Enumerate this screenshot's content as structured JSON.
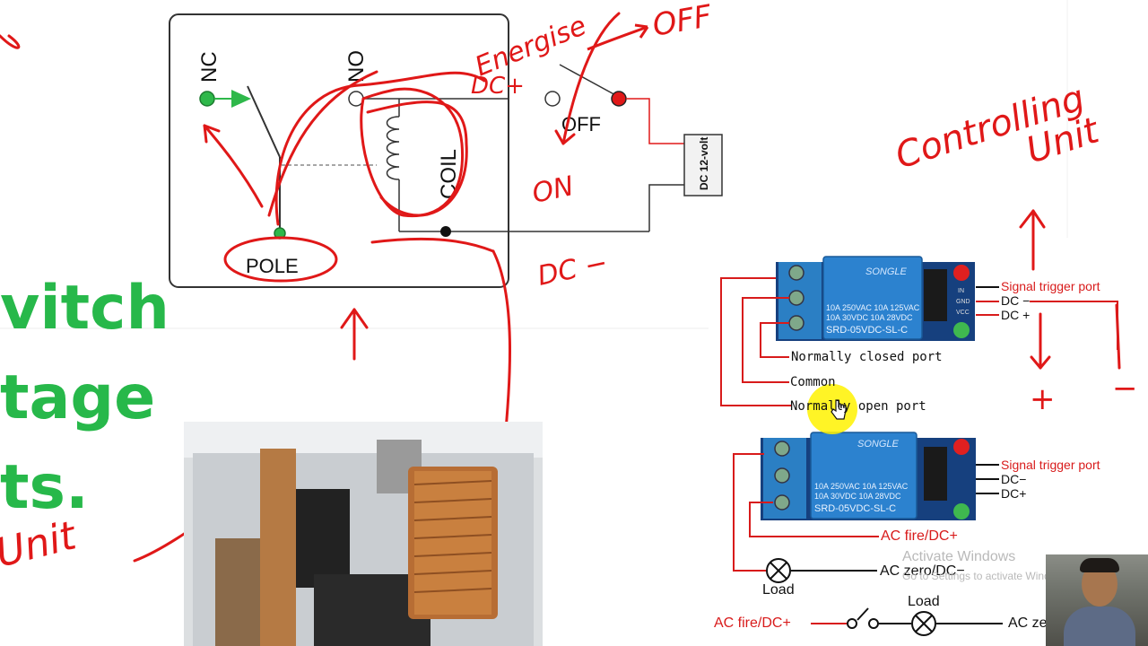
{
  "relay_schematic": {
    "nc_label": "NC",
    "no_label": "NO",
    "coil_label": "COIL",
    "off_label": "OFF",
    "pole_label": "POLE",
    "dc_source_label": "DC 12-volt"
  },
  "left_text": {
    "line1": "vitch",
    "line2": "tage",
    "line3": "ts."
  },
  "annotations": {
    "energise": "Energise",
    "dc_plus": "DC+",
    "arrow_off": "OFF",
    "on": "ON",
    "dc_minus": "DC −",
    "controlling": "Controlling",
    "unit": "Unit",
    "unit_left": "Unit",
    "plus": "+",
    "minus": "−"
  },
  "relay_module_top": {
    "brand": "SONGLE",
    "rating1": "10A 250VAC  10A 125VAC",
    "rating2": "10A 30VDC  10A 28VDC",
    "model": "SRD-05VDC-SL-C",
    "signal_port": "Signal trigger port",
    "dc_minus": "DC −",
    "dc_plus": "DC +",
    "pin_in": "IN",
    "pin_gnd": "GND",
    "pin_vcc": "VCC"
  },
  "port_labels": {
    "nc": "Normally closed port",
    "common": "Common",
    "no": "Normally open port"
  },
  "relay_module_bottom": {
    "brand": "SONGLE",
    "rating1": "10A 250VAC  10A 125VAC",
    "rating2": "10A 30VDC  10A 28VDC",
    "model": "SRD-05VDC-SL-C",
    "signal_port": "Signal trigger port",
    "dc_minus": "DC−",
    "dc_plus": "DC+"
  },
  "wiring": {
    "ac_fire_1": "AC fire/DC+",
    "ac_zero_1": "AC zero/DC−",
    "load_1": "Load",
    "ac_fire_2": "AC fire/DC+",
    "load_2": "Load",
    "ac_zero_2": "AC ze"
  },
  "watermark": {
    "title": "Activate Windows",
    "subtitle": "Go to Settings to activate Windows."
  },
  "colors": {
    "ink_red": "#e01818",
    "label_red": "#d81b1b",
    "relay_blue": "#1f6fb8",
    "terminal_blue": "#2b7fc4",
    "board_blue": "#123c7a",
    "green_text": "#27b84a",
    "pointer_yellow": "#fff200"
  },
  "icons": [
    "coil-icon",
    "switch-contact-icon",
    "lamp-load-icon",
    "cursor-hand-icon",
    "battery-icon"
  ]
}
